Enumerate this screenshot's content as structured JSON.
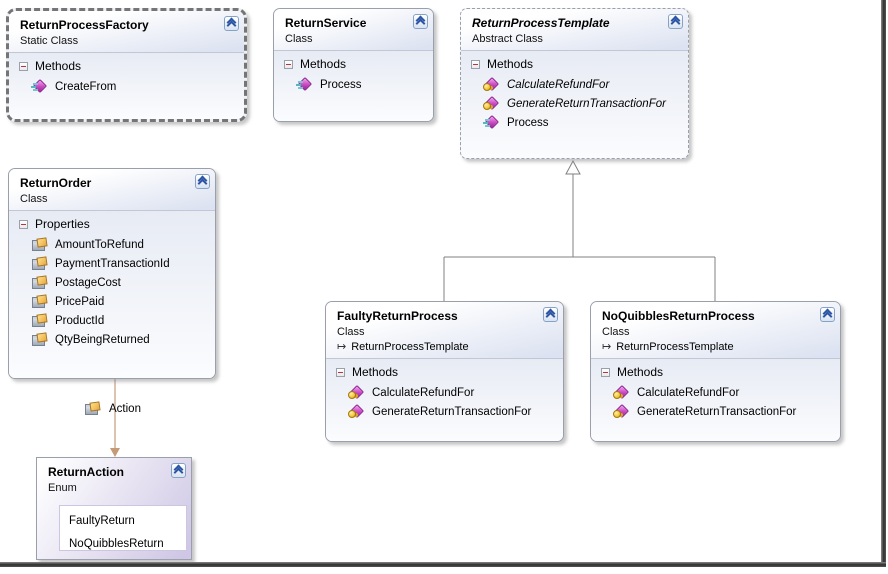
{
  "boxes": {
    "factory": {
      "title": "ReturnProcessFactory",
      "kind": "Static Class",
      "section": "Methods",
      "members": [
        "CreateFrom"
      ]
    },
    "service": {
      "title": "ReturnService",
      "kind": "Class",
      "section": "Methods",
      "members": [
        "Process"
      ]
    },
    "template": {
      "title": "ReturnProcessTemplate",
      "kind": "Abstract Class",
      "section": "Methods",
      "members": [
        "CalculateRefundFor",
        "GenerateReturnTransactionFor",
        "Process"
      ]
    },
    "order": {
      "title": "ReturnOrder",
      "kind": "Class",
      "section": "Properties",
      "members": [
        "AmountToRefund",
        "PaymentTransactionId",
        "PostageCost",
        "PricePaid",
        "ProductId",
        "QtyBeingReturned"
      ]
    },
    "faulty": {
      "title": "FaultyReturnProcess",
      "kind": "Class",
      "base": "ReturnProcessTemplate",
      "section": "Methods",
      "members": [
        "CalculateRefundFor",
        "GenerateReturnTransactionFor"
      ]
    },
    "noquibbles": {
      "title": "NoQuibblesReturnProcess",
      "kind": "Class",
      "base": "ReturnProcessTemplate",
      "section": "Methods",
      "members": [
        "CalculateRefundFor",
        "GenerateReturnTransactionFor"
      ]
    },
    "return_action": {
      "title": "ReturnAction",
      "kind": "Enum",
      "values": [
        "FaultyReturn",
        "NoQuibblesReturn"
      ]
    }
  },
  "association": {
    "label": "Action"
  },
  "icons": {
    "inherits_arrow": "↦",
    "collapse_chevron": "double-chevron-up",
    "section_expander": "minus-box",
    "method_public": "magenta-diamond-motion-lines",
    "method_protected": "magenta-diamond-yellow-key",
    "property": "gray-sheet-with-tan-hand",
    "inheritance_arrowhead": "hollow-triangle-up",
    "association_arrowhead": "solid-triangle-down"
  },
  "colors": {
    "canvas": "#ffffff",
    "box_border": "#9aa0ab",
    "header_tint": "#dce2f1",
    "enum_tint": "#cfc7e5",
    "inheritance_line": "#808080",
    "association_line": "#c9a489",
    "method_icon": "#cf4fc7",
    "key_icon": "#f3c42f",
    "window_edge": "#2f2f2f"
  }
}
